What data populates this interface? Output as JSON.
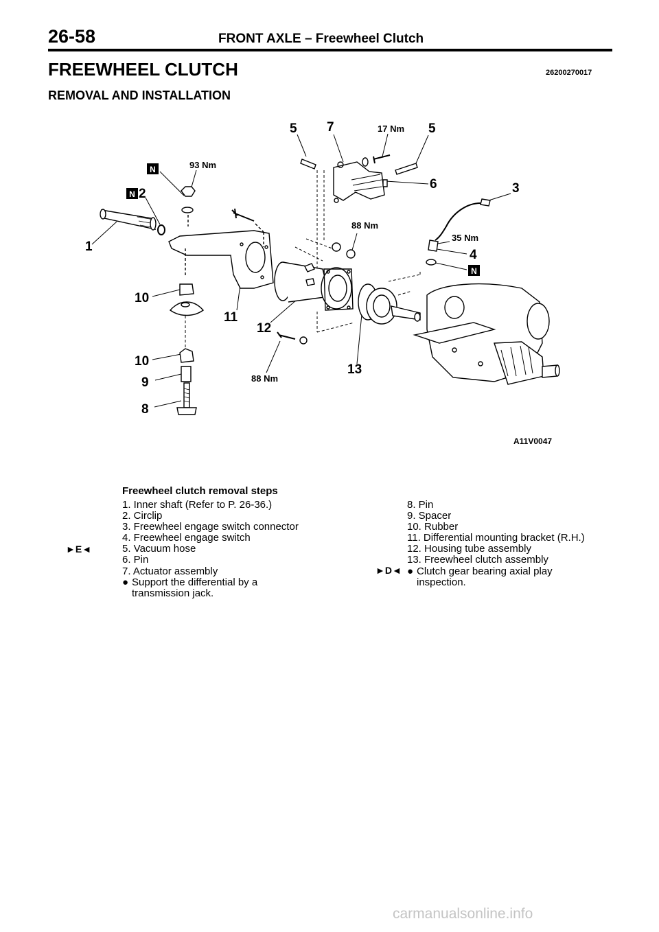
{
  "header": {
    "page_number": "26-58",
    "section": "FRONT AXLE – Freewheel Clutch"
  },
  "title": "FREEWHEEL CLUTCH",
  "title_code": "26200270017",
  "subtitle": "REMOVAL AND INSTALLATION",
  "diagram": {
    "figure_code": "A11V0047",
    "labels": {
      "n1": "1",
      "n2": "2",
      "n3": "3",
      "n4": "4",
      "n5a": "5",
      "n5b": "5",
      "n6": "6",
      "n7": "7",
      "n8": "8",
      "n9": "9",
      "n10a": "10",
      "n10b": "10",
      "n11": "11",
      "n12": "12",
      "n13": "13"
    },
    "torques": {
      "t93": "93 Nm",
      "t17": "17 Nm",
      "t88a": "88 Nm",
      "t35": "35 Nm",
      "t88b": "88 Nm"
    },
    "n_symbol": "N"
  },
  "steps": {
    "title": "Freewheel clutch removal steps",
    "left": [
      "1. Inner shaft (Refer to P. 26-36.)",
      "2. Circlip",
      "3. Freewheel engage switch connector",
      "4. Freewheel engage switch",
      "5. Vacuum hose",
      "6. Pin",
      "7. Actuator assembly",
      "Support the differential by a",
      "transmission jack."
    ],
    "right": [
      "8. Pin",
      "9. Spacer",
      "10. Rubber",
      "11. Differential mounting bracket (R.H.)",
      "12. Housing tube assembly",
      "13. Freewheel clutch assembly",
      "Clutch gear bearing axial play",
      "inspection."
    ],
    "bullet": "●",
    "marker_e": "►E◄",
    "marker_d": "►D◄"
  },
  "footer": "carmanualsonline.info"
}
